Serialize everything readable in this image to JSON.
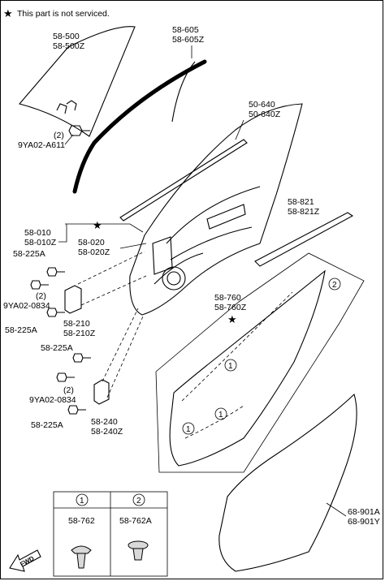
{
  "note": {
    "star": "★",
    "text": "This part is not serviced."
  },
  "labels": {
    "glass": [
      "58-500",
      "58-500Z"
    ],
    "glass_bolt": [
      "(2)",
      "9YA02-A611"
    ],
    "channel": [
      "58-605",
      "58-605Z"
    ],
    "belt_outer": [
      "50-640",
      "50-640Z"
    ],
    "belt_inner": [
      "58-821",
      "58-821Z"
    ],
    "door_shell_a": [
      "58-010",
      "58-010Z"
    ],
    "door_shell_b": [
      "58-020",
      "58-020Z"
    ],
    "upper_bolt_a": "58-225A",
    "upper_bolt_qty": "(2)",
    "upper_bolt_b": "9YA02-0834",
    "upper_bolt_c": "58-225A",
    "upper_hinge": [
      "58-210",
      "58-210Z"
    ],
    "lower_bolt_a": "58-225A",
    "lower_bolt_qty": "(2)",
    "lower_bolt_b": "9YA02-0834",
    "lower_bolt_c": "58-225A",
    "lower_hinge": [
      "58-240",
      "58-240Z"
    ],
    "weatherstrip": [
      "58-760",
      "58-760Z"
    ],
    "body_weatherstrip": [
      "68-901A",
      "68-901Y"
    ]
  },
  "callouts": {
    "one": "1",
    "two": "2"
  },
  "legend": {
    "col1": {
      "number": "1",
      "part": "58-762"
    },
    "col2": {
      "number": "2",
      "part": "58-762A"
    }
  },
  "fwd": "FWD"
}
